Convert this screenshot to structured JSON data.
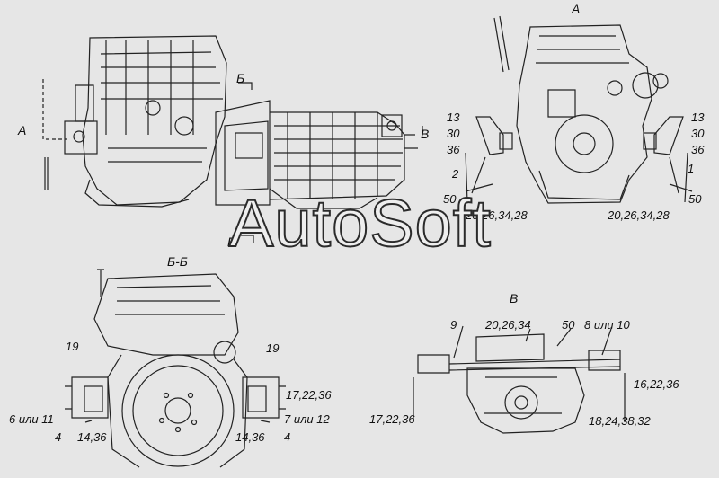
{
  "views": {
    "side": {
      "label_a": "А",
      "label_b_top": "Б",
      "label_b_bottom": "Б",
      "label_v": "В"
    },
    "a": {
      "title": "А",
      "left_callouts": [
        "13",
        "30",
        "36"
      ],
      "right_callouts": [
        "13",
        "30",
        "36"
      ],
      "left_part": "2",
      "right_part": "1",
      "left_bottom": "50",
      "right_bottom": "50",
      "left_bolts": "20,26,34,28",
      "right_bolts": "20,26,34,28"
    },
    "bb": {
      "title": "Б-Б",
      "left_19": "19",
      "right_19": "19",
      "right_upper": "17,22,36",
      "left_option": "6 или 11",
      "right_option": "7 или 12",
      "left_4": "4",
      "left_1436": "14,36",
      "right_1436": "14,36",
      "right_4": "4"
    },
    "v": {
      "title": "В",
      "c9": "9",
      "c202634": "20,26,34",
      "c50": "50",
      "c8or10": "8 или 10",
      "c162236": "16,22,36",
      "c172236": "17,22,36",
      "c18243832": "18,24,38,32"
    }
  },
  "watermark": "AutoSoft"
}
